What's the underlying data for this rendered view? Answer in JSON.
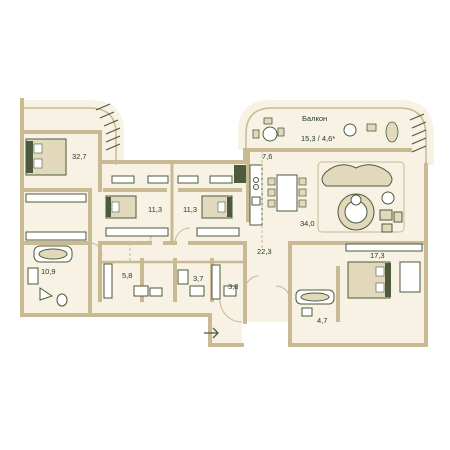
{
  "floor_plan": {
    "colors": {
      "background": "#ffffff",
      "fill": "#f7f2e3",
      "wall": "#c9ba93",
      "dark": "#4d5a3e",
      "accent": "#e2d8bc",
      "text": "#2b3a1f"
    },
    "balcony": {
      "name": "Балкон",
      "area": "15,3 / 4,6*"
    },
    "rooms": {
      "bedroom_master": "32,7",
      "bedroom_2": "11,3",
      "bedroom_3": "11,3",
      "kitchen": "7,6",
      "living": "34,0",
      "hall": "22,3",
      "bedroom_4": "17,3",
      "bathroom_master": "10,9",
      "bathroom_2": "5,8",
      "bathroom_3": "3,7",
      "storage": "3,8",
      "bathroom_4": "4,7"
    },
    "entrance_icon": "entrance-arrow-icon"
  }
}
